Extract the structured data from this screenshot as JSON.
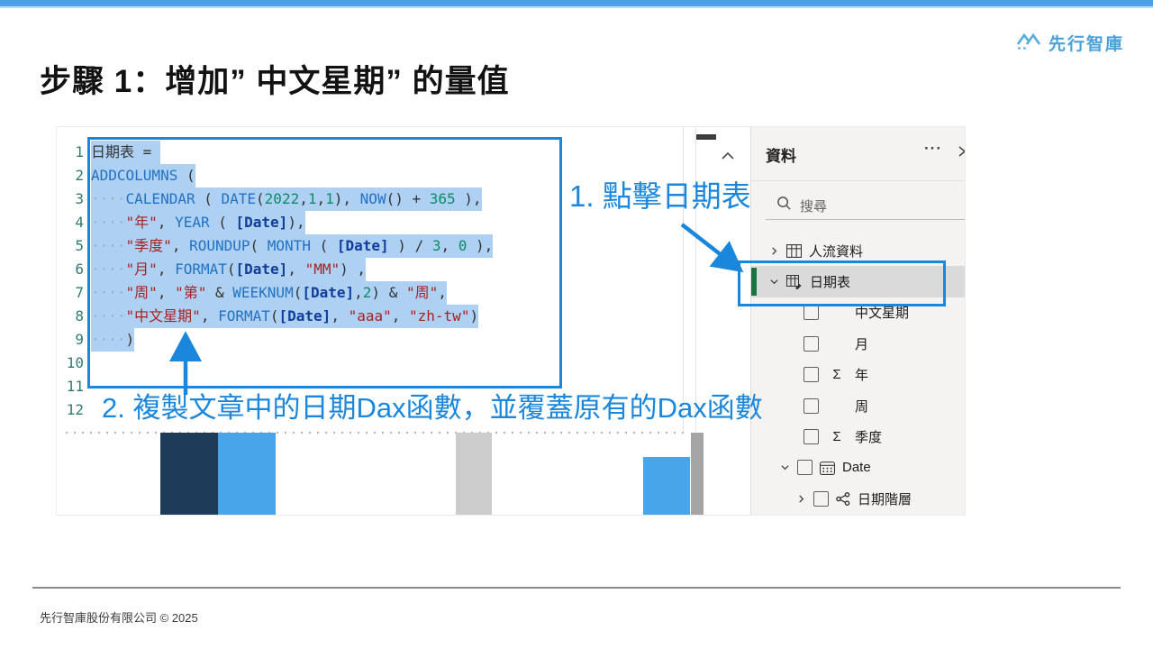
{
  "slide": {
    "title": "步驟 1：增加” 中文星期” 的量值",
    "footer": "先行智庫股份有限公司 © 2025",
    "brand": "先行智庫"
  },
  "annotations": {
    "step1": "1. 點擊日期表",
    "step2": "2. 複製文章中的日期Dax函數，並覆蓋原有的Dax函數"
  },
  "editor": {
    "lines": [
      {
        "n": "1",
        "sel": true,
        "segs": [
          [
            "日期表 = ",
            "p"
          ]
        ]
      },
      {
        "n": "2",
        "sel": true,
        "segs": [
          [
            "ADDCOLUMNS",
            "k"
          ],
          [
            " (",
            "p"
          ]
        ]
      },
      {
        "n": "3",
        "sel": true,
        "segs": [
          [
            "····",
            "w"
          ],
          [
            "CALENDAR",
            "k"
          ],
          [
            " ( ",
            "p"
          ],
          [
            "DATE",
            "k"
          ],
          [
            "(",
            "p"
          ],
          [
            "2022",
            "n"
          ],
          [
            ",",
            "p"
          ],
          [
            "1",
            "n"
          ],
          [
            ",",
            "p"
          ],
          [
            "1",
            "n"
          ],
          [
            "), ",
            "p"
          ],
          [
            "NOW",
            "k"
          ],
          [
            "() ",
            "p"
          ],
          [
            "+ ",
            "p"
          ],
          [
            "365",
            "n"
          ],
          [
            " ),",
            "p"
          ]
        ]
      },
      {
        "n": "4",
        "sel": true,
        "segs": [
          [
            "····",
            "w"
          ],
          [
            "\"年\"",
            "s"
          ],
          [
            ", ",
            "p"
          ],
          [
            "YEAR",
            "k"
          ],
          [
            " ( ",
            "p"
          ],
          [
            "[Date]",
            "c"
          ],
          [
            "),",
            "p"
          ]
        ]
      },
      {
        "n": "5",
        "sel": true,
        "segs": [
          [
            "····",
            "w"
          ],
          [
            "\"季度\"",
            "s"
          ],
          [
            ", ",
            "p"
          ],
          [
            "ROUNDUP",
            "k"
          ],
          [
            "( ",
            "p"
          ],
          [
            "MONTH",
            "k"
          ],
          [
            " ( ",
            "p"
          ],
          [
            "[Date]",
            "c"
          ],
          [
            " ) ",
            "p"
          ],
          [
            "/ ",
            "p"
          ],
          [
            "3",
            "n"
          ],
          [
            ", ",
            "p"
          ],
          [
            "0",
            "n"
          ],
          [
            " ),",
            "p"
          ]
        ]
      },
      {
        "n": "6",
        "sel": true,
        "segs": [
          [
            "····",
            "w"
          ],
          [
            "\"月\"",
            "s"
          ],
          [
            ", ",
            "p"
          ],
          [
            "FORMAT",
            "k"
          ],
          [
            "(",
            "p"
          ],
          [
            "[Date]",
            "c"
          ],
          [
            ", ",
            "p"
          ],
          [
            "\"MM\"",
            "s"
          ],
          [
            ") ,",
            "p"
          ]
        ]
      },
      {
        "n": "7",
        "sel": true,
        "segs": [
          [
            "····",
            "w"
          ],
          [
            "\"周\"",
            "s"
          ],
          [
            ", ",
            "p"
          ],
          [
            "\"第\"",
            "s"
          ],
          [
            " & ",
            "p"
          ],
          [
            "WEEKNUM",
            "k"
          ],
          [
            "(",
            "p"
          ],
          [
            "[Date]",
            "c"
          ],
          [
            ",",
            "p"
          ],
          [
            "2",
            "n"
          ],
          [
            ") ",
            "p"
          ],
          [
            "& ",
            "p"
          ],
          [
            "\"周\"",
            "s"
          ],
          [
            ",",
            "p"
          ]
        ]
      },
      {
        "n": "8",
        "sel": true,
        "segs": [
          [
            "····",
            "w"
          ],
          [
            "\"中文星期\"",
            "s"
          ],
          [
            ", ",
            "p"
          ],
          [
            "FORMAT",
            "k"
          ],
          [
            "(",
            "p"
          ],
          [
            "[Date]",
            "c"
          ],
          [
            ", ",
            "p"
          ],
          [
            "\"aaa\"",
            "s"
          ],
          [
            ", ",
            "p"
          ],
          [
            "\"zh-tw\"",
            "s"
          ],
          [
            ")",
            "p"
          ]
        ]
      },
      {
        "n": "9",
        "sel": true,
        "segs": [
          [
            "····",
            "w"
          ],
          [
            ")",
            "p"
          ]
        ]
      },
      {
        "n": "10",
        "sel": false,
        "segs": []
      },
      {
        "n": "11",
        "sel": false,
        "segs": []
      },
      {
        "n": "12",
        "sel": false,
        "segs": []
      }
    ]
  },
  "data_panel": {
    "title": "資料",
    "menu": "···",
    "search_placeholder": "搜尋",
    "items": [
      {
        "label": "人流資料",
        "chevron": "right",
        "icon": "table",
        "checkbox": false,
        "kind": "table"
      },
      {
        "label": "日期表",
        "chevron": "down",
        "icon": "table-calc",
        "checkbox": false,
        "kind": "table",
        "selected": true
      },
      {
        "label": "中文星期",
        "checkbox": true,
        "kind": "field"
      },
      {
        "label": "月",
        "checkbox": true,
        "kind": "field"
      },
      {
        "label": "年",
        "checkbox": true,
        "sigma": true,
        "kind": "field"
      },
      {
        "label": "周",
        "checkbox": true,
        "kind": "field"
      },
      {
        "label": "季度",
        "checkbox": true,
        "sigma": true,
        "kind": "field"
      },
      {
        "label": "Date",
        "chevron": "down",
        "icon": "calendar",
        "checkbox": true,
        "kind": "date"
      },
      {
        "label": "日期階層",
        "chevron": "right",
        "icon": "hierarchy",
        "checkbox": true,
        "kind": "hier"
      }
    ]
  },
  "colors": {
    "annotation": "#1a87dc",
    "selection": "#aed0f2",
    "topbar": "#4d9fe8",
    "brand": "#4ba1d9",
    "selected_table_green": "#1e7145",
    "bar_navy": "#1d3c59",
    "bar_blue": "#49a5ea",
    "bar_gray": "#cccccc",
    "bar_dark_gray": "#a5a5a5"
  }
}
